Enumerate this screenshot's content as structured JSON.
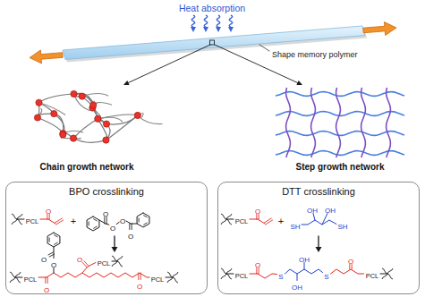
{
  "diagram": {
    "nodes": [
      {
        "text": [
          "BPO crosslinking"
        ]
      },
      {
        "text": [
          "DTT crosslinking"
        ]
      }
    ],
    "labels": [
      "Heat absorption",
      "Shape memory polymer",
      "Chain growth network",
      "Step growth network",
      "PCL",
      "O",
      "+",
      "O",
      "O",
      "O",
      "O",
      "PCL",
      "O",
      "O",
      "O",
      "PCL",
      "O",
      "O",
      "PCL",
      "PCL",
      "O",
      "+",
      "SH",
      "OH",
      "OH",
      "SH",
      "PCL",
      "O",
      "S",
      "OH",
      "OH",
      "S",
      "O",
      "PCL"
    ]
  }
}
